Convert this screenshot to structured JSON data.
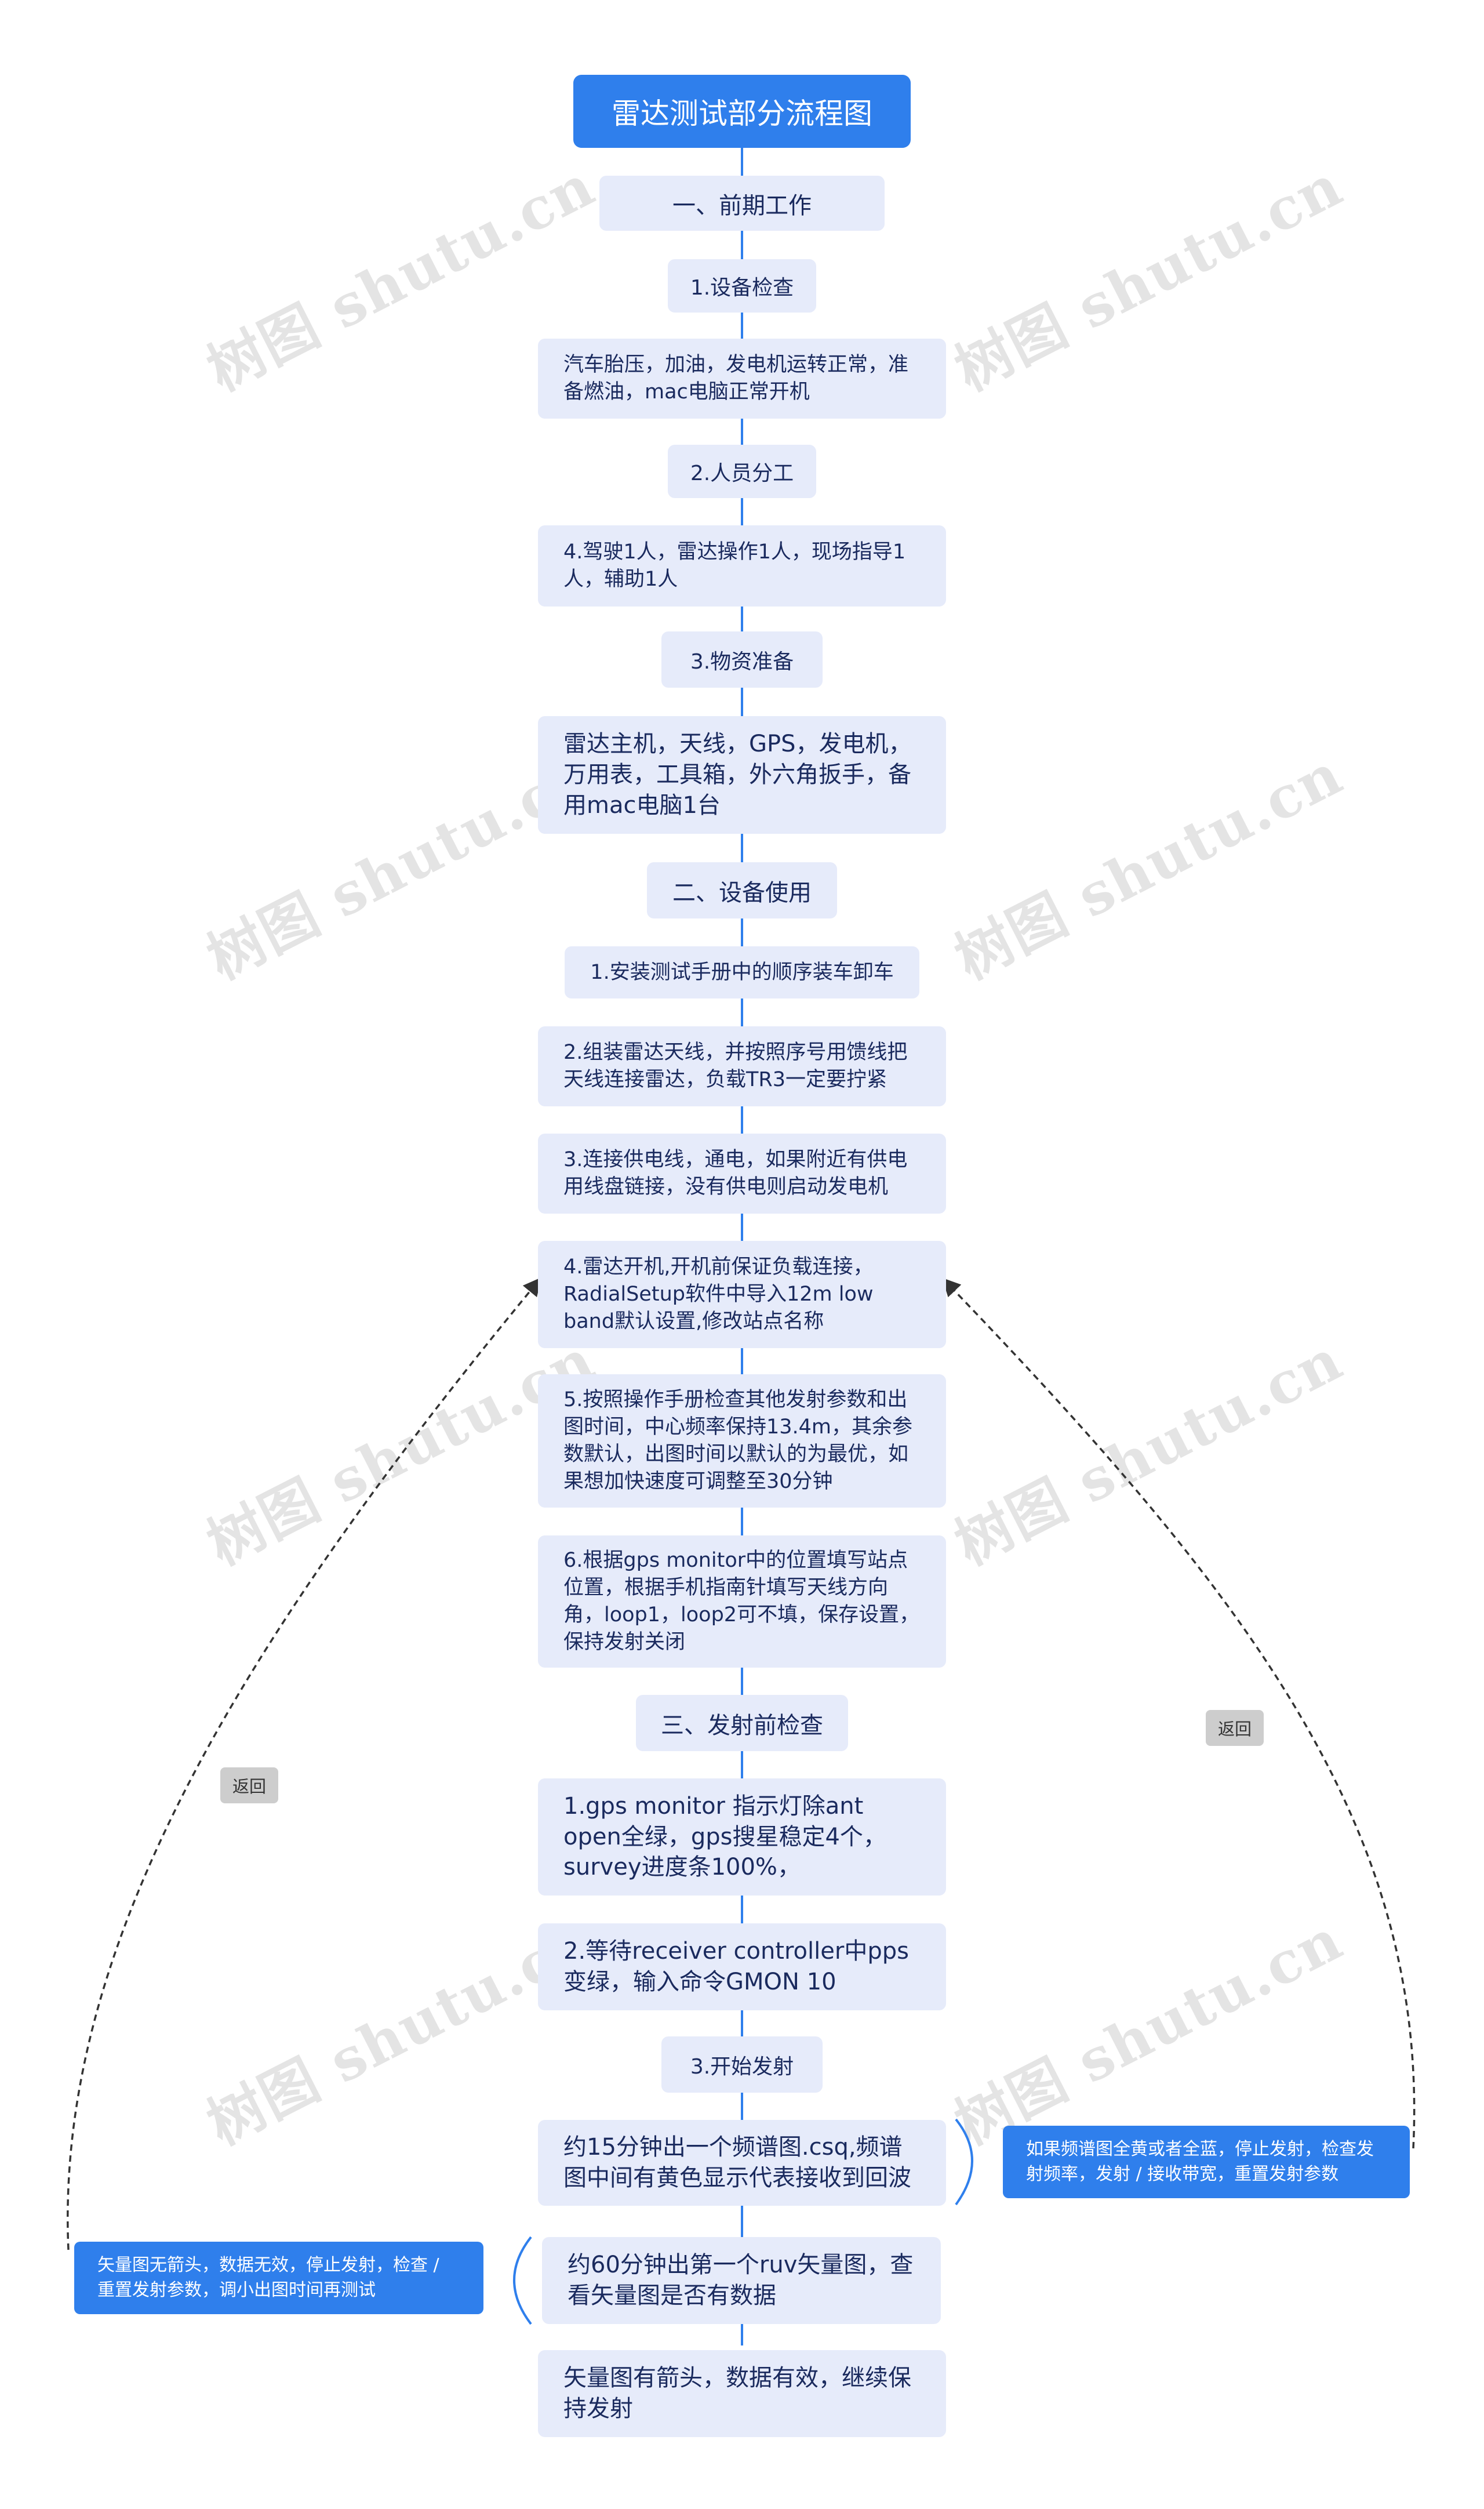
{
  "title": "雷达测试部分流程图",
  "watermark": "树图 shutu.cn",
  "colors": {
    "title_bg": "#2f7fec",
    "node_bg": "#e6ebfa",
    "node_text": "#1a2a5e",
    "connector": "#2f7fec",
    "loop_line": "#333333",
    "tag_bg": "#cdcdcd"
  },
  "sections": [
    {
      "heading": "一、前期工作",
      "items": [
        {
          "label": "1.设备检查",
          "detail": "汽车胎压，加油，发电机运转正常，准备燃油，mac电脑正常开机"
        },
        {
          "label": "2.人员分工",
          "detail": "4.驾驶1人，雷达操作1人，现场指导1人，辅助1人"
        },
        {
          "label": "3.物资准备",
          "detail": "雷达主机，天线，GPS，发电机，万用表，工具箱，外六角扳手，备用mac电脑1台"
        }
      ]
    },
    {
      "heading": "二、设备使用",
      "steps": [
        "1.安装测试手册中的顺序装车卸车",
        "2.组装雷达天线，并按照序号用馈线把天线连接雷达，负载TR3一定要拧紧",
        "3.连接供电线，通电，如果附近有供电用线盘链接，没有供电则启动发电机",
        "4.雷达开机,开机前保证负载连接，RadialSetup软件中导入12m low band默认设置,修改站点名称",
        "5.按照操作手册检查其他发射参数和出图时间，中心频率保持13.4m，其余参数默认，出图时间以默认的为最优，如果想加快速度可调整至30分钟",
        "6.根据gps monitor中的位置填写站点位置，根据手机指南针填写天线方向角，loop1，loop2可不填，保存设置，保持发射关闭"
      ]
    },
    {
      "heading": "三、发射前检查",
      "steps": [
        "1.gps monitor 指示灯除ant open全绿，gps搜星稳定4个，survey进度条100%，",
        "2.等待receiver controller中pps变绿，输入命令GMON 10"
      ],
      "launch": {
        "label": "3.开始发射",
        "details": [
          "约15分钟出一个频谱图.csq,频谱图中间有黄色显示代表接收到回波",
          "约60分钟出第一个ruv矢量图，查看矢量图是否有数据",
          "矢量图有箭头，数据有效，继续保持发射"
        ]
      }
    }
  ],
  "notes": {
    "spectrum_fail": "如果频谱图全黄或者全蓝，停止发射，检查发射频率，发射 / 接收带宽，重置发射参数",
    "vector_fail": "矢量图无箭头，数据无效，停止发射，检查 / 重置发射参数，调小出图时间再测试"
  },
  "loop_tags": {
    "left": "返回",
    "right": "返回"
  }
}
